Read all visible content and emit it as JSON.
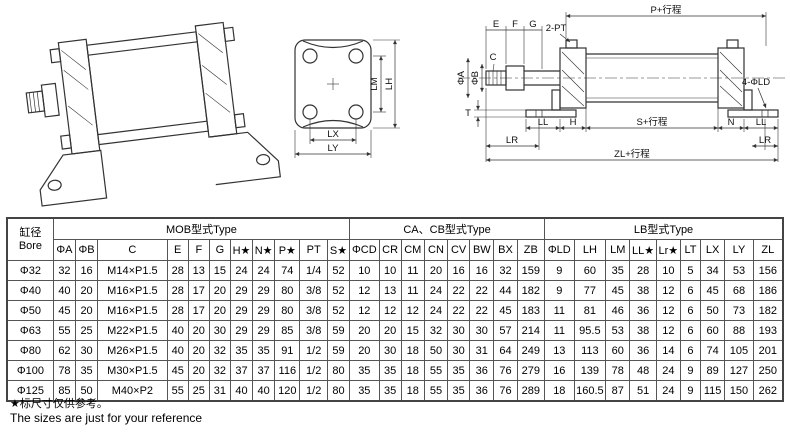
{
  "drawings": {
    "end_view": {
      "lm": "LM",
      "lh": "LH",
      "lx": "LX",
      "ly": "LY"
    },
    "section_view": {
      "p_stroke": "P+行程",
      "e": "E",
      "f": "F",
      "g": "G",
      "two_pt": "2-PT",
      "phi_a": "ΦA",
      "phi_b": "ΦB",
      "c": "C",
      "t": "T",
      "ll": "LL",
      "h": "H",
      "s_stroke": "S+行程",
      "n": "N",
      "lr": "LR",
      "zl_stroke": "ZL+行程",
      "four_phi_ld": "4-ΦLD"
    }
  },
  "table": {
    "bore_header": "缸径Bore",
    "groups": [
      {
        "label": "MOB型式Type",
        "span": 11
      },
      {
        "label": "CA、CB型式Type",
        "span": 8
      },
      {
        "label": "LB型式Type",
        "span": 9
      }
    ],
    "columns": [
      "ΦA",
      "ΦB",
      "C",
      "E",
      "F",
      "G",
      "H★",
      "N★",
      "P★",
      "PT",
      "S★",
      "ΦCD",
      "CR",
      "CM",
      "CN",
      "CV",
      "BW",
      "BX",
      "ZB",
      "ΦLD",
      "LH",
      "LM",
      "LL★",
      "Lr★",
      "LT",
      "LX",
      "LY",
      "ZL"
    ],
    "rows": [
      {
        "bore": "Φ32",
        "values": [
          "32",
          "16",
          "M14×P1.5",
          "28",
          "13",
          "15",
          "24",
          "24",
          "74",
          "1/4",
          "52",
          "10",
          "10",
          "11",
          "20",
          "16",
          "16",
          "32",
          "159",
          "9",
          "60",
          "35",
          "28",
          "10",
          "5",
          "34",
          "53",
          "156"
        ]
      },
      {
        "bore": "Φ40",
        "values": [
          "40",
          "20",
          "M16×P1.5",
          "28",
          "17",
          "20",
          "29",
          "29",
          "80",
          "3/8",
          "52",
          "12",
          "13",
          "11",
          "24",
          "22",
          "22",
          "44",
          "182",
          "9",
          "77",
          "45",
          "38",
          "12",
          "6",
          "45",
          "68",
          "186"
        ]
      },
      {
        "bore": "Φ50",
        "values": [
          "45",
          "20",
          "M16×P1.5",
          "28",
          "17",
          "20",
          "29",
          "29",
          "80",
          "3/8",
          "52",
          "12",
          "12",
          "12",
          "24",
          "22",
          "22",
          "45",
          "183",
          "11",
          "81",
          "46",
          "36",
          "12",
          "6",
          "50",
          "73",
          "182"
        ]
      },
      {
        "bore": "Φ63",
        "values": [
          "55",
          "25",
          "M22×P1.5",
          "40",
          "20",
          "30",
          "29",
          "29",
          "85",
          "3/8",
          "59",
          "20",
          "20",
          "15",
          "32",
          "30",
          "30",
          "57",
          "214",
          "11",
          "95.5",
          "53",
          "38",
          "12",
          "6",
          "60",
          "88",
          "193"
        ]
      },
      {
        "bore": "Φ80",
        "values": [
          "62",
          "30",
          "M26×P1.5",
          "40",
          "20",
          "32",
          "35",
          "35",
          "91",
          "1/2",
          "59",
          "20",
          "30",
          "18",
          "50",
          "30",
          "31",
          "64",
          "249",
          "13",
          "113",
          "60",
          "36",
          "14",
          "6",
          "74",
          "105",
          "201"
        ]
      },
      {
        "bore": "Φ100",
        "values": [
          "78",
          "35",
          "M30×P1.5",
          "45",
          "20",
          "32",
          "37",
          "37",
          "116",
          "1/2",
          "80",
          "35",
          "35",
          "18",
          "55",
          "35",
          "36",
          "76",
          "279",
          "16",
          "139",
          "78",
          "48",
          "24",
          "9",
          "89",
          "127",
          "250"
        ]
      },
      {
        "bore": "Φ125",
        "values": [
          "85",
          "50",
          "M40×P2",
          "55",
          "25",
          "31",
          "40",
          "40",
          "120",
          "1/2",
          "80",
          "35",
          "35",
          "18",
          "55",
          "35",
          "36",
          "76",
          "289",
          "18",
          "160.5",
          "87",
          "51",
          "24",
          "9",
          "115",
          "150",
          "262"
        ]
      }
    ]
  },
  "footnotes": {
    "zh": "★标尺寸仅供参考。",
    "en": "The sizes are just for your reference"
  }
}
